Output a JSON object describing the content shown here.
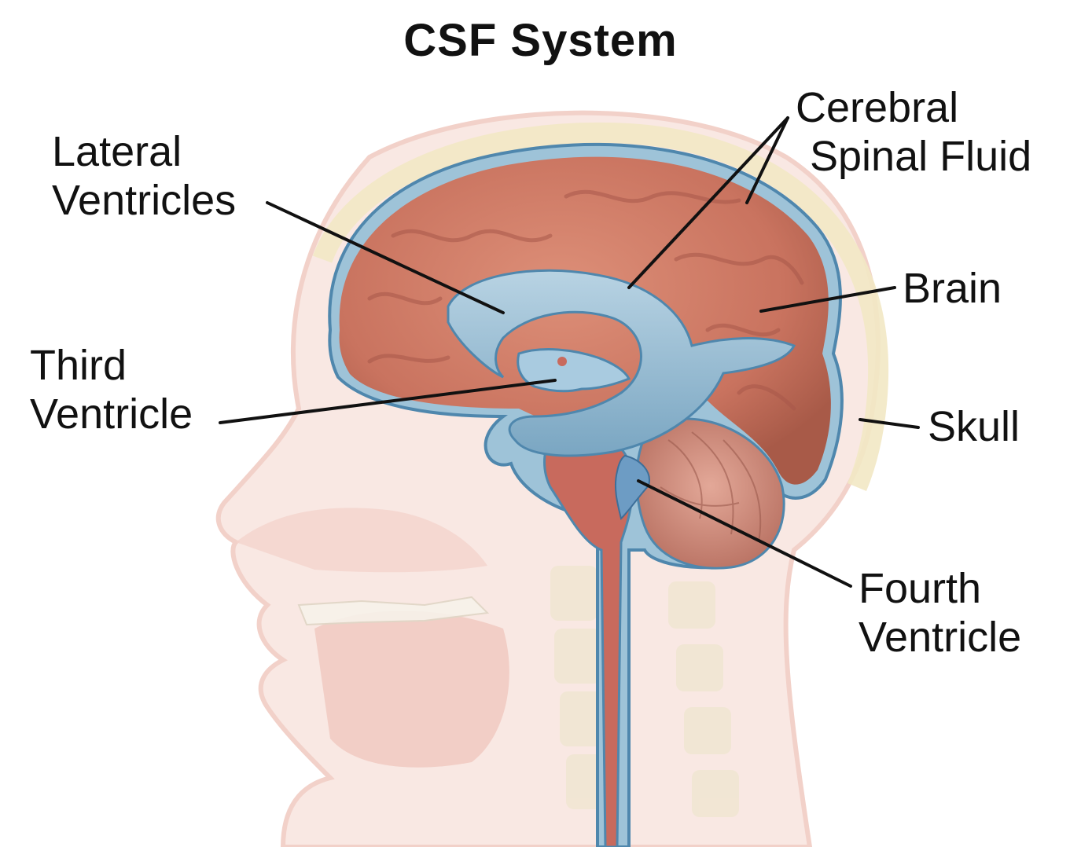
{
  "title": "CSF System",
  "labels": {
    "lateral_ventricles": {
      "line1": "Lateral",
      "line2": "Ventricles"
    },
    "third_ventricle": {
      "line1": "Third",
      "line2": "Ventricle"
    },
    "cerebral_spinal_fluid": {
      "line1": "Cerebral",
      "line2": "Spinal Fluid"
    },
    "brain": "Brain",
    "skull": "Skull",
    "fourth_ventricle": {
      "line1": "Fourth",
      "line2": "Ventricle"
    }
  },
  "colors": {
    "brain": "#c9735f",
    "csf": "#8eb7cf",
    "csf_outline": "#4f87ad",
    "skin": "#f6dcd6",
    "spinal_cord": "#c86a5d",
    "bone": "#efe6cf",
    "leader_line": "#111111"
  }
}
